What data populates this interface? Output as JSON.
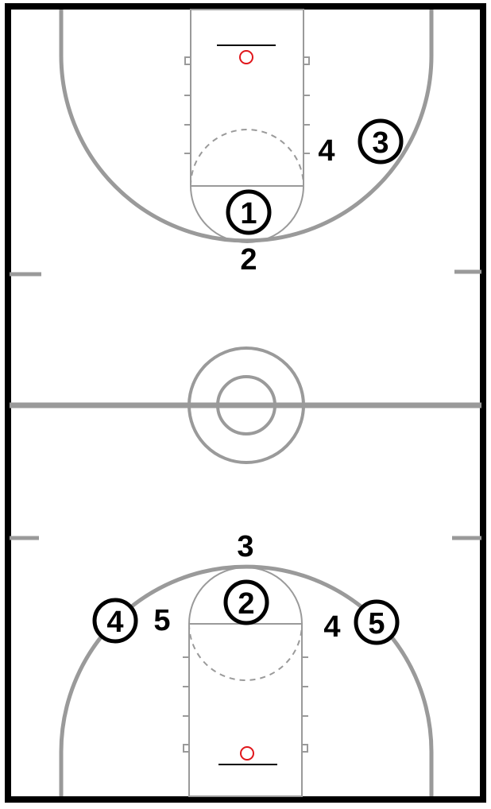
{
  "colors": {
    "background": "#ffffff",
    "border": "#000000",
    "court_line": "#9a9a9a",
    "hoop": "#e0161b",
    "player": "#000000"
  },
  "offense": [
    {
      "id": "offense-1-top",
      "label": "1"
    },
    {
      "id": "offense-3-top",
      "label": "3"
    },
    {
      "id": "offense-2-bottom",
      "label": "2"
    },
    {
      "id": "offense-4-bottom",
      "label": "4"
    },
    {
      "id": "offense-5-bottom",
      "label": "5"
    }
  ],
  "defense": [
    {
      "id": "defense-4-top",
      "label": "4"
    },
    {
      "id": "defense-2-top",
      "label": "2"
    },
    {
      "id": "defense-3-bottom",
      "label": "3"
    },
    {
      "id": "defense-5-bottom",
      "label": "5"
    },
    {
      "id": "defense-4b-bottom",
      "label": "4"
    }
  ]
}
